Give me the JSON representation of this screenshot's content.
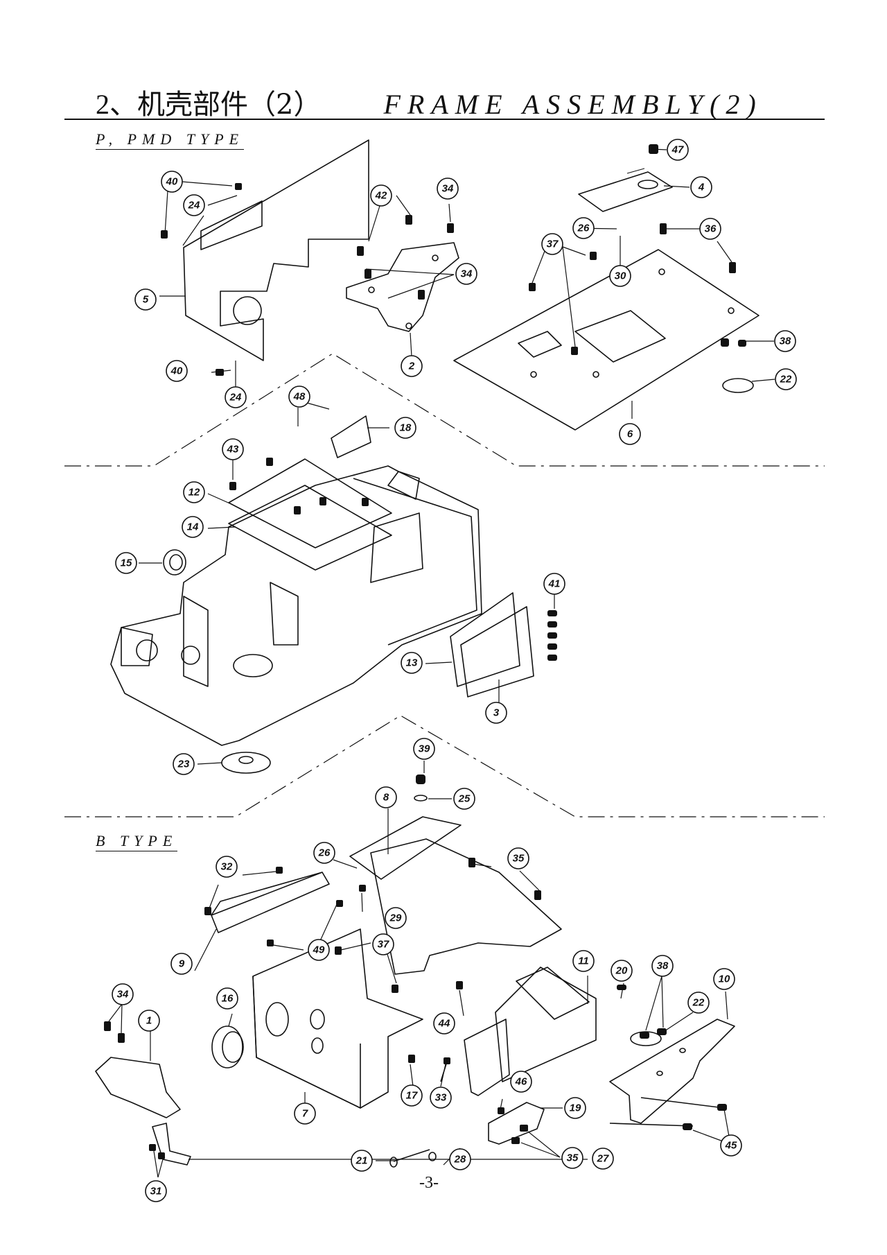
{
  "title": {
    "number": "2、",
    "chinese": "机壳部件（2）",
    "english": "FRAME ASSEMBLY(2)"
  },
  "sections": {
    "p_type": "P, PMD TYPE",
    "b_type": "B TYPE"
  },
  "callouts": [
    "40",
    "24",
    "5",
    "40",
    "24",
    "42",
    "34",
    "34",
    "2",
    "47",
    "4",
    "26",
    "36",
    "37",
    "30",
    "38",
    "22",
    "6",
    "48",
    "18",
    "43",
    "12",
    "14",
    "15",
    "41",
    "13",
    "3",
    "23",
    "39",
    "25",
    "8",
    "35",
    "26",
    "32",
    "29",
    "9",
    "49",
    "37",
    "44",
    "11",
    "20",
    "38",
    "22",
    "10",
    "16",
    "34",
    "1",
    "17",
    "33",
    "46",
    "19",
    "7",
    "21",
    "28",
    "35",
    "45",
    "27",
    "31"
  ],
  "page_number": "-3-"
}
